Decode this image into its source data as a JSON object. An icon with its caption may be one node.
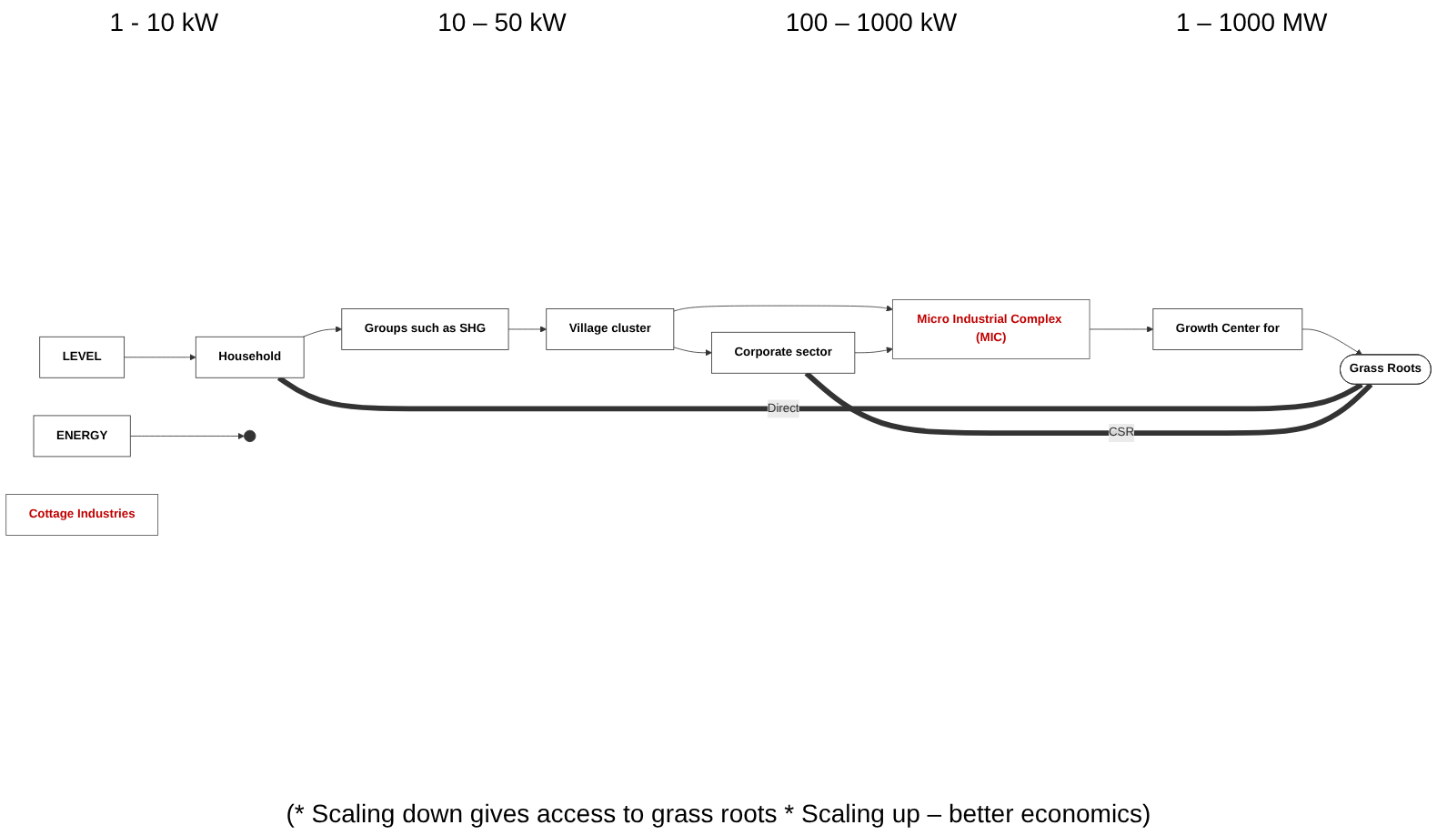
{
  "diagram": {
    "caption": "(* Scaling down gives access to grass roots * Scaling up – better economics)",
    "nodes": [
      {
        "text": [
          "LEVEL"
        ]
      },
      {
        "text": [
          "Household"
        ]
      },
      {
        "text": [
          "Groups such as SHG"
        ]
      },
      {
        "text": [
          "Village cluster"
        ]
      },
      {
        "text": [
          "Corporate sector"
        ]
      },
      {
        "text": [
          "ENERGY"
        ]
      },
      {
        "text": [
          "Cottage Industries"
        ]
      },
      {
        "text": [
          "Micro Industrial Complex (MIC)"
        ]
      },
      {
        "text": [
          "Growth Center for"
        ]
      },
      {
        "text": [
          "Grass Roots"
        ]
      }
    ],
    "edges": [
      {
        "from": 0,
        "to": 1,
        "arrow": "to"
      },
      {
        "from": 1,
        "to": 2,
        "arrow": "to"
      },
      {
        "from": 2,
        "to": 3,
        "arrow": "to"
      },
      {
        "from": 3,
        "to": 4,
        "arrow": "to"
      },
      {
        "from": 3,
        "to": 7,
        "arrow": "to"
      },
      {
        "from": 4,
        "to": 7,
        "arrow": "to"
      },
      {
        "from": 7,
        "to": 8,
        "arrow": "to"
      },
      {
        "from": 8,
        "to": 9,
        "arrow": "to"
      },
      {
        "from": 1,
        "to": 9,
        "arrow": "none",
        "label": "Direct",
        "style": "thick"
      },
      {
        "from": 4,
        "to": 9,
        "arrow": "none",
        "label": "CSR",
        "style": "thick"
      },
      {
        "from": 5,
        "to": null,
        "arrow": "to"
      }
    ],
    "labels": [
      "1 - 10 kW",
      "10 – 50 kW",
      "100 – 1000 kW",
      "1 – 1000 MW"
    ]
  }
}
